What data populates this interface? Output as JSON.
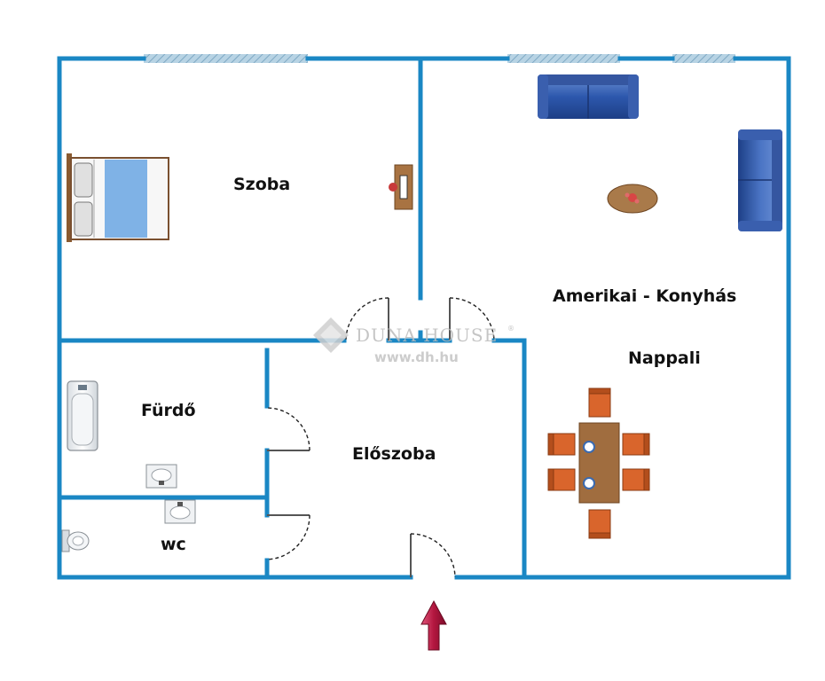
{
  "rooms": {
    "szoba": "Szoba",
    "konyhas": "Amerikai - Konyhás",
    "nappali": "Nappali",
    "furdo": "Fürdő",
    "eloszoba": "Előszoba",
    "wc": "wc"
  },
  "watermark": {
    "brand": "DUNA HOUSE",
    "registered": "®",
    "url": "www.dh.hu"
  },
  "colors": {
    "wall": "#1a87c4",
    "window": "#a9c9dc",
    "furniture_blue": "#2f5fb0",
    "wood": "#9c6a3c",
    "chair": "#d9652c",
    "entrance_arrow": "#b3163f"
  },
  "icons": [
    "bed-icon",
    "desk-icon",
    "sofa-icon",
    "armchair-icon",
    "coffee-table-icon",
    "dining-table-icon",
    "chair-icon",
    "bathtub-icon",
    "sink-icon",
    "toilet-icon",
    "door-icon",
    "entrance-arrow-icon",
    "logo-icon"
  ]
}
